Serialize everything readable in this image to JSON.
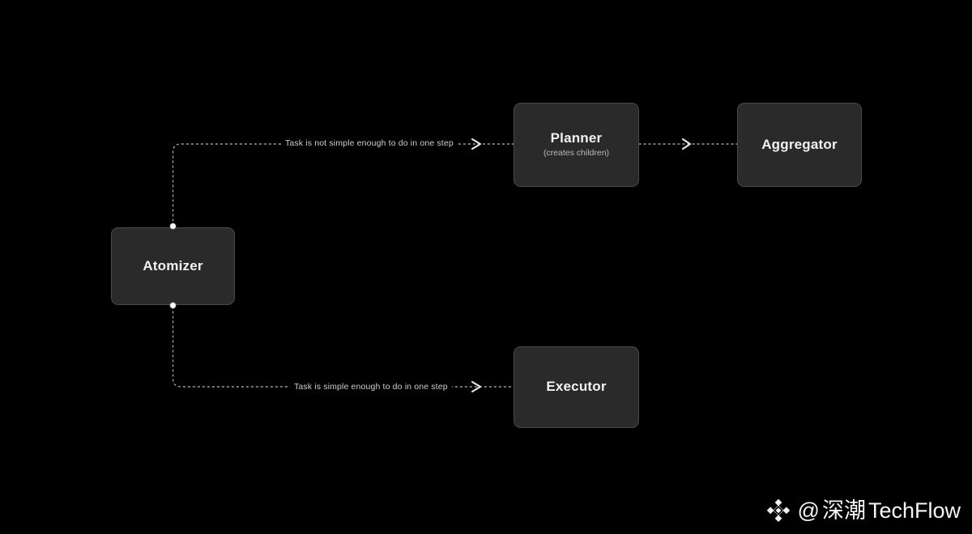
{
  "diagram": {
    "background_color": "#000000",
    "node_fill": "#2a2a2a",
    "node_border": "#4a4a4a",
    "edge_color": "#9a9a9a",
    "nodes": [
      {
        "id": "atomizer",
        "title": "Atomizer",
        "subtitle": ""
      },
      {
        "id": "planner",
        "title": "Planner",
        "subtitle": "(creates children)"
      },
      {
        "id": "aggregator",
        "title": "Aggregator",
        "subtitle": ""
      },
      {
        "id": "executor",
        "title": "Executor",
        "subtitle": ""
      }
    ],
    "edges": [
      {
        "id": "atomizer-to-planner",
        "from": "atomizer",
        "to": "planner",
        "label": "Task is not simple enough to do in one step",
        "style": "dotted",
        "arrowhead": "chevron"
      },
      {
        "id": "atomizer-to-executor",
        "from": "atomizer",
        "to": "executor",
        "label": "Task is simple enough to do in one step",
        "style": "dotted",
        "arrowhead": "chevron"
      },
      {
        "id": "planner-to-aggregator",
        "from": "planner",
        "to": "aggregator",
        "label": "",
        "style": "dotted",
        "arrowhead": "chevron"
      }
    ]
  },
  "watermark": {
    "handle": "@",
    "name_cn": "深潮",
    "name_en": "TechFlow",
    "logo": "binance-diamond-logo"
  }
}
